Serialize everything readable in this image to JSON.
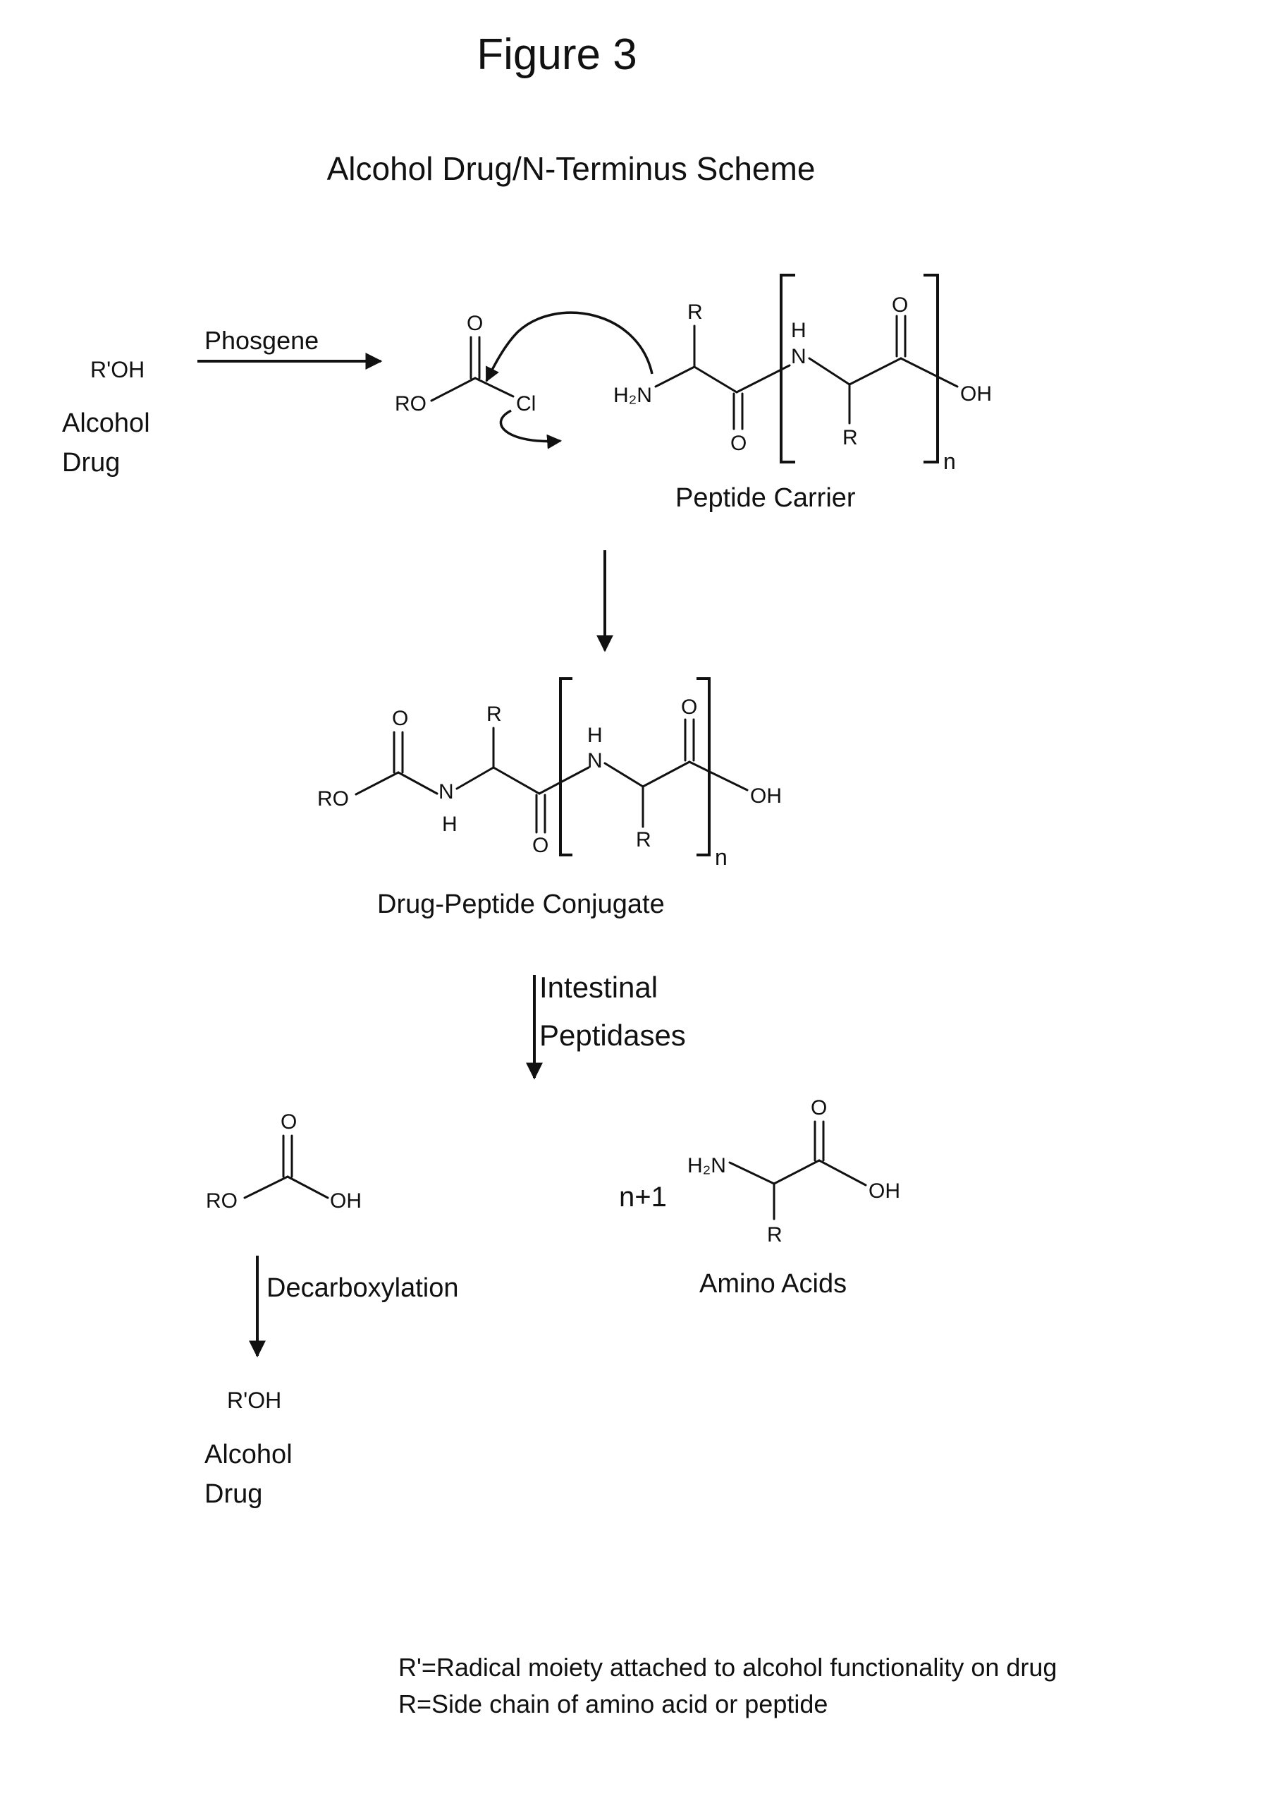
{
  "figure_title": "Figure 3",
  "scheme_title": "Alcohol Drug/N-Terminus Scheme",
  "start": {
    "formula": "R'OH",
    "label_line1": "Alcohol",
    "label_line2": "Drug"
  },
  "reagent": "Phosgene",
  "chloroformate": {
    "o": "O",
    "ro": "RO",
    "cl": "Cl"
  },
  "carrier": {
    "h2n": "H₂N",
    "r": "R",
    "h": "H",
    "n_atom": "N",
    "o": "O",
    "oh": "OH",
    "n": "n",
    "label": "Peptide Carrier"
  },
  "conjugate": {
    "ro": "RO",
    "n_atom": "N",
    "h": "H",
    "r": "R",
    "o": "O",
    "oh": "OH",
    "n": "n",
    "label": "Drug-Peptide Conjugate"
  },
  "cleavage": {
    "line1": "Intestinal",
    "line2": "Peptidases"
  },
  "carbonic": {
    "ro": "RO",
    "o": "O",
    "oh": "OH"
  },
  "amino": {
    "coef": "n+1",
    "h2n": "H₂N",
    "r": "R",
    "o": "O",
    "oh": "OH",
    "label": "Amino Acids"
  },
  "decarboxylation": "Decarboxylation",
  "product": {
    "formula": "R'OH",
    "label_line1": "Alcohol",
    "label_line2": "Drug"
  },
  "legend": {
    "line1": "R'=Radical moiety attached to alcohol functionality on drug",
    "line2": "R=Side chain of amino acid or peptide"
  }
}
